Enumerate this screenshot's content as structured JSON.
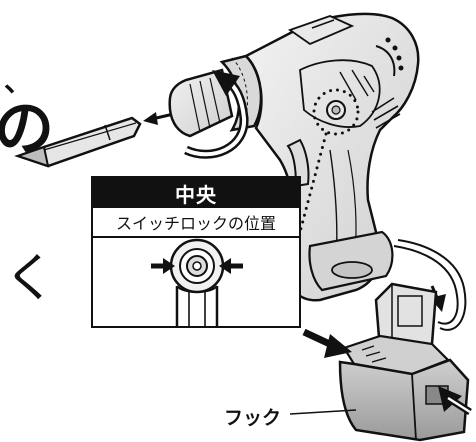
{
  "text_fragments": {
    "top_fragment": "、",
    "middle_fragment": "の",
    "lower_fragment": "く"
  },
  "callout": {
    "header": "中央",
    "subtitle": "スイッチロックの位置"
  },
  "labels": {
    "hook": "フック"
  }
}
